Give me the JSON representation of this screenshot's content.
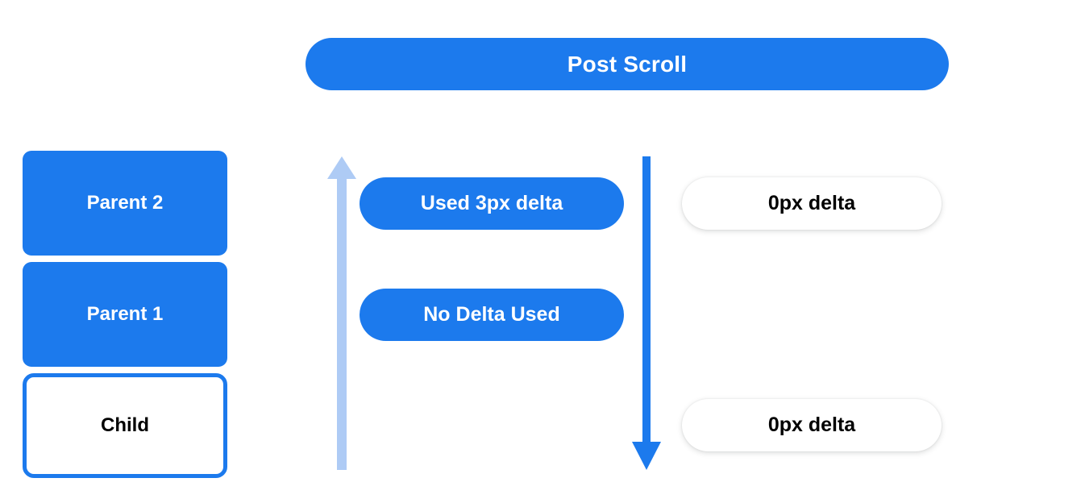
{
  "header": {
    "title": "Post Scroll"
  },
  "stack": {
    "items": [
      {
        "label": "Parent 2",
        "style": "filled"
      },
      {
        "label": "Parent 1",
        "style": "filled"
      },
      {
        "label": "Child",
        "style": "outlined"
      }
    ]
  },
  "arrows": [
    {
      "name": "scroll-up-arrow",
      "direction": "up",
      "color": "#AECBF5"
    },
    {
      "name": "scroll-down-arrow",
      "direction": "down",
      "color": "#1C7AED"
    }
  ],
  "middle_pills": [
    {
      "label": "Used 3px delta"
    },
    {
      "label": "No Delta Used"
    }
  ],
  "right_pills": [
    {
      "label": "0px delta"
    },
    {
      "label": "0px delta"
    }
  ],
  "colors": {
    "brand_blue": "#1C7AED",
    "light_blue": "#AECBF5",
    "text_on_blue": "#FFFFFF",
    "text_dark": "#000000",
    "background": "#FFFFFF"
  }
}
